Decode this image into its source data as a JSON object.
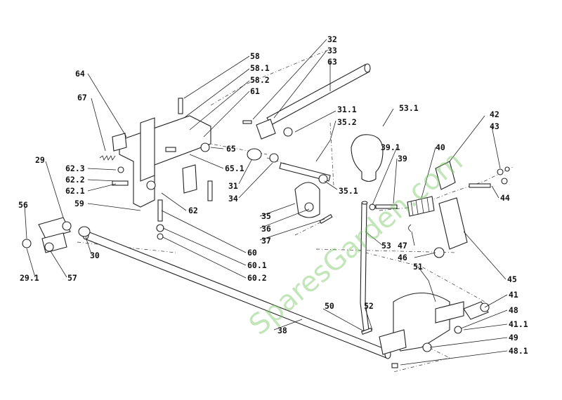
{
  "watermark": "SparesGarden.com",
  "labels": {
    "l58": "58",
    "l581": "58.1",
    "l582": "58.2",
    "l61": "61",
    "l64": "64",
    "l67": "67",
    "l32": "32",
    "l33": "33",
    "l63": "63",
    "l311": "31.1",
    "l531": "53.1",
    "l352": "35.2",
    "l65": "65",
    "l651": "65.1",
    "l31": "31",
    "l34": "34",
    "l351": "35.1",
    "l35": "35",
    "l36": "36",
    "l37": "37",
    "l29": "29",
    "l623": "62.3",
    "l622": "62.2",
    "l621": "62.1",
    "l62": "62",
    "l59": "59",
    "l56": "56",
    "l30": "30",
    "l60": "60",
    "l601": "60.1",
    "l602": "60.2",
    "l291": "29.1",
    "l57": "57",
    "l42": "42",
    "l43": "43",
    "l391": "39.1",
    "l39": "39",
    "l40": "40",
    "l44": "44",
    "l53": "53",
    "l47": "47",
    "l46": "46",
    "l45": "45",
    "l51": "51",
    "l41": "41",
    "l48": "48",
    "l411": "41.1",
    "l49": "49",
    "l481": "48.1",
    "l50": "50",
    "l52": "52",
    "l38": "38"
  }
}
